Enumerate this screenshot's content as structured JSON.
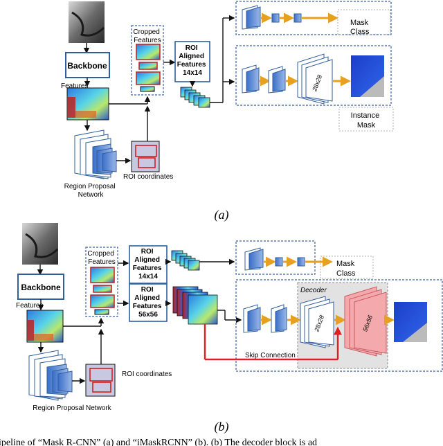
{
  "panel_a": {
    "backbone": "Backbone",
    "features": "Features",
    "cropped_features": [
      "Cropped",
      "Features"
    ],
    "roi_aligned": [
      "ROI",
      "Aligned",
      "Features",
      "14x14"
    ],
    "roi_coordinates": "ROI coordinates",
    "rpn": [
      "Region Proposal",
      "Network"
    ],
    "mask_class": [
      "Mask",
      "Class"
    ],
    "instance_mask": [
      "Instance",
      "Mask"
    ],
    "size_28": "28x28",
    "label": "(a)"
  },
  "panel_b": {
    "backbone": "Backbone",
    "features": "Features",
    "cropped_features": [
      "Cropped",
      "Features"
    ],
    "roi_aligned_14": [
      "ROI",
      "Aligned",
      "Features",
      "14x14"
    ],
    "roi_aligned_56": [
      "ROI",
      "Aligned",
      "Features",
      "56x56"
    ],
    "roi_coordinates": "ROI coordinates",
    "rpn": "Region Proposal Network",
    "mask_class": [
      "Mask",
      "Class"
    ],
    "decoder": "Decoder",
    "skip_connection": "Skip Connection",
    "size_28": "28x28",
    "size_56": "56x56",
    "label": "(b)"
  },
  "caption": "ipeline of “Mask R-CNN” (a) and “iMaskRCNN” (b). (b) The decoder block is ad",
  "colors": {
    "orange_arrow": "#e8a020",
    "red_arrow": "#e02020",
    "box_blue": "#2f5d9e",
    "dashed_blue": "#3b5fa8",
    "pink_block": "#f4a9ac",
    "mask_blue": "#1a3ec0"
  }
}
